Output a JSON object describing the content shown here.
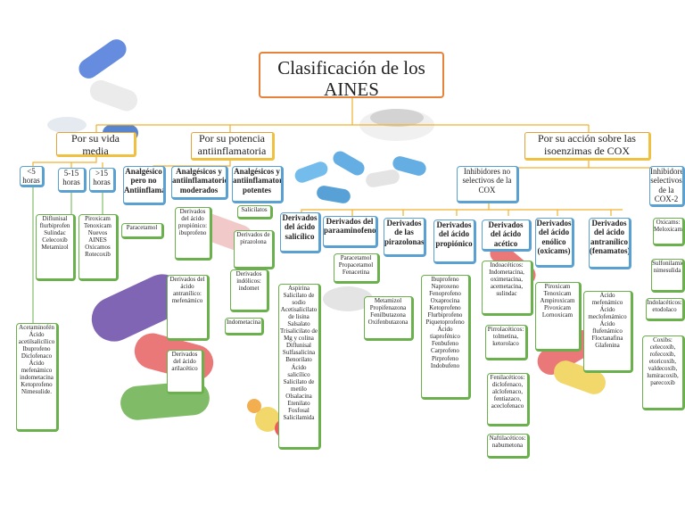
{
  "title": "Clasificación de los AINES",
  "branches": {
    "vida_media": "Por su vida media",
    "potencia": "Por su potencia antiinflamatoria",
    "cox": "Por su acción sobre las isoenzimas de COX"
  },
  "vida_media": {
    "lt5": "<5 horas",
    "b5_15": "5-15 horas",
    "gt15": ">15 horas",
    "lt5_drugs": "Acetaminofén Ácido acetilsalicílico Ibuprofeno Diclofenaco Ácido mefenámico indometacina Ketoprofeno Nimesulide.",
    "b5_15_drugs": "Diflunisal flurbiprofen Sulindac Celecoxib Metamizol",
    "gt15_drugs": "Piroxicam Tenoxicam Nuevos AINES Oxicamos Rotecoxib"
  },
  "potencia": {
    "no_antiinf": "Analgésico pero no Antiinflamatorio",
    "moderados": "Analgésicos y antiinflamatorios moderados",
    "potentes": "Analgésicos y antiinflamatorios potentes",
    "paracetamol": "Paracetamol",
    "mod_1": "Derivados del ácido propiónico: ibuprofeno",
    "mod_2": "Derivados del ácido antranílico: mefenámico",
    "mod_3": "Derivados del ácido arilacético",
    "pot_1": "Salicilatos",
    "pot_2": "Derivados de pirazolona",
    "pot_3": "Derivados indólicos: indomet",
    "pot_4": "Indometacina"
  },
  "derivados": {
    "salicilico": "Derivados del ácido salicílico",
    "paraaminofenol": "Derivados del paraaminofenol",
    "pirazolonas": "Derivados de las pirazolonas",
    "propionico": "Derivados del ácido propiónico",
    "acetico": "Derivados del ácido acético",
    "enolico": "Derivados del ácido enólico (oxicams)",
    "antranilico": "Derivados del ácido antranílico (fenamatos)"
  },
  "derivados_drugs": {
    "salicilico": "Aspirina Salicilato de sodio Acetisalicilato de lisina Salsalato Trisalicilato de Mg y colina Diflunisal Sulfasalicina Benorilato Ácido salicílico Salicilato de metilo Olsalacina Etenilato Fosfosal Salicilamida",
    "paraaminofenol": "Paracetamol Propacetamol Fenacetina",
    "pirazolonas": "Metamizol Propifenazona Fenilbutazona Oxifenbutazona",
    "propionico": "Ibuprofeno Naproxeno Fenoprofeno Oxaprocina Ketoprofeno Flurbiprofeno Piquetoprofeno Ácido tiaprofénico Fenbufeno Carprofeno Pirprofeno Indobufeno",
    "acetico_1": "Indoacéticos: Indometacina, oximetacina, acemetacina, sulindac",
    "acetico_2": "Pirrolacéticos: tolmetina, ketorolaco",
    "acetico_3": "Fenilacéticos: diclofenaco, alclofenaco, fentiazaco, aceclofenaco",
    "acetico_4": "Naftilacéticos: nabumetona",
    "enolico": "Piroxicam Tenoxicam Ampiroxicam Pivoxicam Lornoxicam",
    "antranilico": "Ácido mefenámico Ácido meclofenámico Ácido flufenámico Floctanafina Glafenina"
  },
  "cox": {
    "no_selectivos": "Inhibidores no selectivos de la COX",
    "selectivos": "Inhibidores selectivos de la COX-2",
    "oxicams": "Oxicams: Meloxicam",
    "sulfonilamidas": "Sulfonilamidas: nimesulida",
    "indolaceticos": "Indolacéticos: etodolaco",
    "coxibs": "Coxibs: celecoxib, rofecoxib, etoricoxib, valdecoxib, lumiracoxib, parecoxib"
  },
  "colors": {
    "title_border": "#e6823a",
    "branch_border": "#f0c040",
    "level2_border": "#5aa0d0",
    "leaf_border": "#6ab04c",
    "connector": "#f0b030"
  }
}
